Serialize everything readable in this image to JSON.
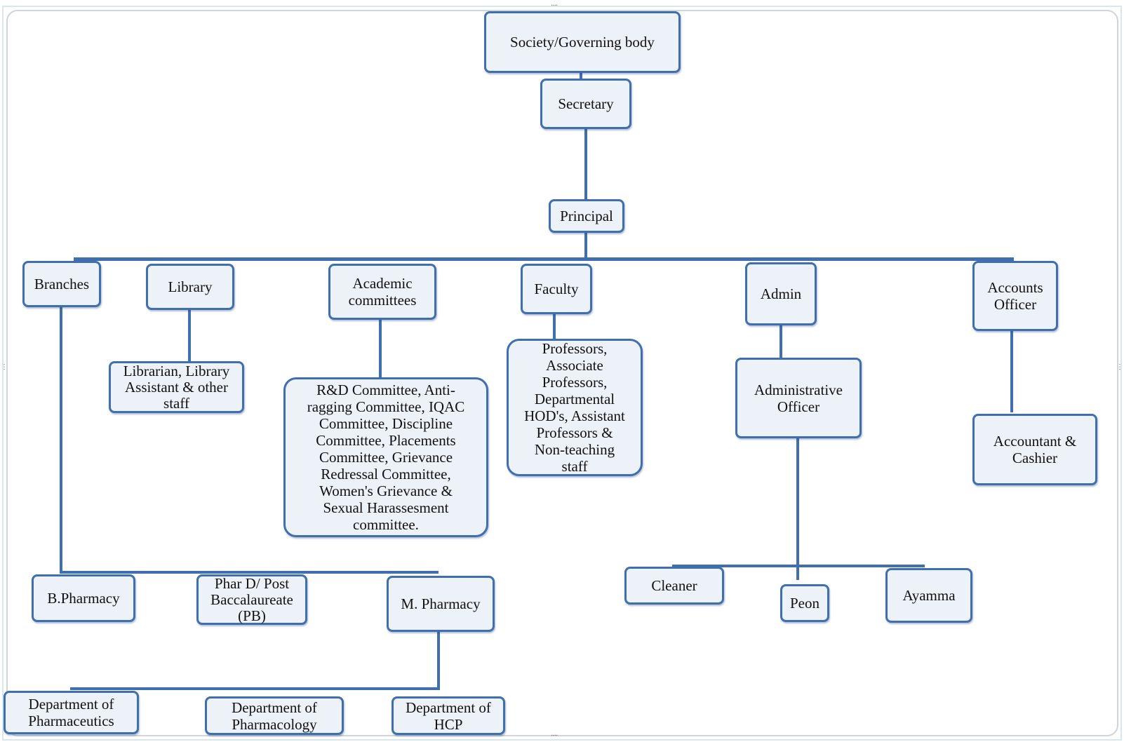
{
  "chart": {
    "colors": {
      "line": "#3f6fae",
      "box_fill": "#edf1f8",
      "text": "#111111"
    },
    "nodes": {
      "governing_body": "Society/Governing body",
      "secretary": "Secretary",
      "principal": "Principal",
      "branches": "Branches",
      "library": "Library",
      "academic_committees": "Academic\ncommittees",
      "faculty": "Faculty",
      "admin": "Admin",
      "accounts_officer": "Accounts\nOfficer",
      "library_staff": "Librarian, Library\nAssistant & other\nstaff",
      "committees_list": "R&D Committee, Anti-\nragging Committee, IQAC\nCommittee, Discipline\nCommittee, Placements\nCommittee,  Grievance\nRedressal Committee,\nWomen's Grievance &\nSexual Harassesment\ncommittee.",
      "faculty_staff": "Professors,\nAssociate\nProfessors,\nDepartmental\nHOD's, Assistant\nProfessors &\nNon-teaching\nstaff",
      "administrative_officer": "Administrative\nOfficer",
      "accountant_cashier": "Accountant &\nCashier",
      "b_pharmacy": "B.Pharmacy",
      "pharm_d": "Phar D/ Post\nBaccalaureate\n(PB)",
      "m_pharmacy": "M. Pharmacy",
      "cleaner": "Cleaner",
      "peon": "Peon",
      "ayamma": "Ayamma",
      "dept_pharmaceutics": "Department of\nPharmaceutics",
      "dept_pharmacology": "Department of\nPharmacology",
      "dept_hcp": "Department of\nHCP"
    },
    "edges": [
      [
        "governing_body",
        "secretary"
      ],
      [
        "secretary",
        "principal"
      ],
      [
        "principal",
        "branches"
      ],
      [
        "principal",
        "library"
      ],
      [
        "principal",
        "academic_committees"
      ],
      [
        "principal",
        "faculty"
      ],
      [
        "principal",
        "admin"
      ],
      [
        "principal",
        "accounts_officer"
      ],
      [
        "library",
        "library_staff"
      ],
      [
        "academic_committees",
        "committees_list"
      ],
      [
        "faculty",
        "faculty_staff"
      ],
      [
        "admin",
        "administrative_officer"
      ],
      [
        "accounts_officer",
        "accountant_cashier"
      ],
      [
        "branches",
        "b_pharmacy"
      ],
      [
        "branches",
        "pharm_d"
      ],
      [
        "branches",
        "m_pharmacy"
      ],
      [
        "m_pharmacy",
        "dept_pharmaceutics"
      ],
      [
        "m_pharmacy",
        "dept_pharmacology"
      ],
      [
        "m_pharmacy",
        "dept_hcp"
      ],
      [
        "administrative_officer",
        "cleaner"
      ],
      [
        "administrative_officer",
        "peon"
      ],
      [
        "administrative_officer",
        "ayamma"
      ]
    ]
  }
}
